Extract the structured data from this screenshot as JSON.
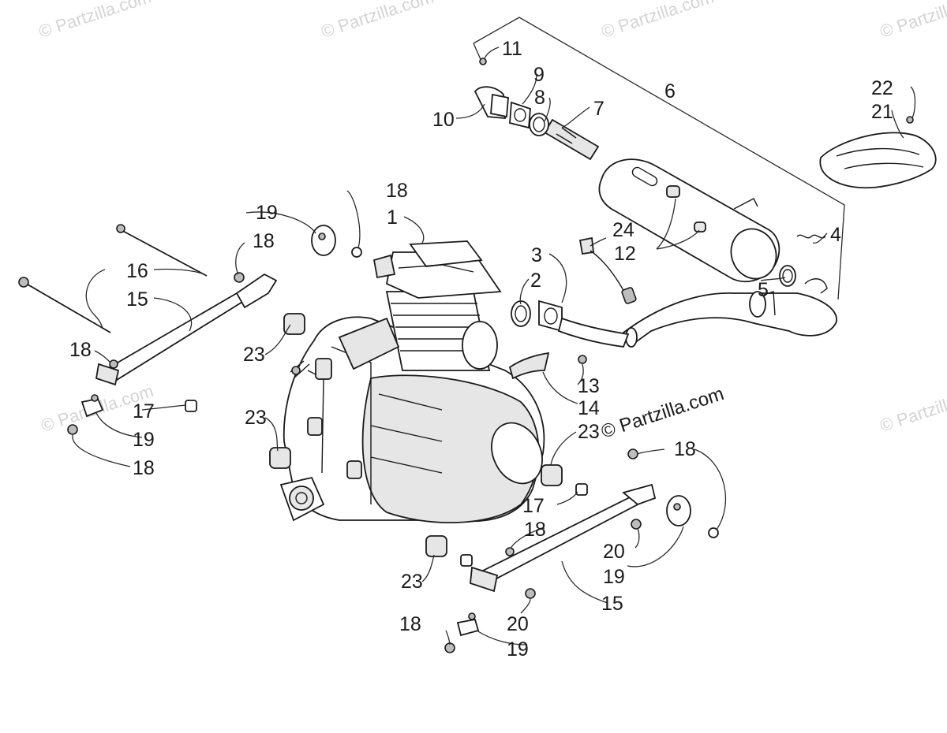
{
  "watermark": "© Partzilla.com",
  "credit": "© Partzilla.com",
  "callouts": [
    "1",
    "2",
    "3",
    "4",
    "5",
    "6",
    "7",
    "8",
    "9",
    "10",
    "11",
    "12",
    "13",
    "14",
    "15",
    "16",
    "17",
    "18",
    "19",
    "20",
    "21",
    "22",
    "23",
    "24"
  ]
}
